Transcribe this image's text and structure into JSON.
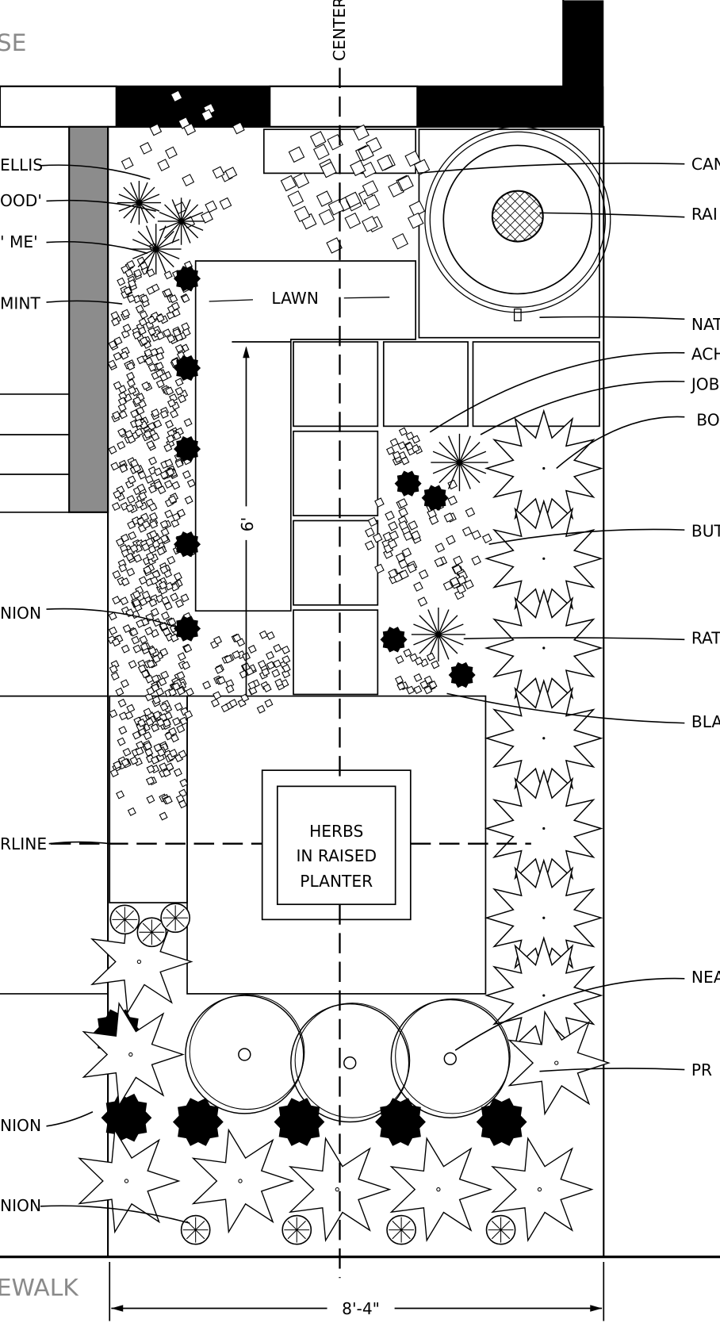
{
  "title": "Landscape Plan",
  "house_label": "SE",
  "sidewalk_label": "EWALK",
  "centerline_label": "CENTER",
  "lawn_label": "LAWN",
  "dim_vertical": "6'",
  "dim_horizontal": "8'-4\"",
  "planter": {
    "line1": "HERBS",
    "line2": "IN RAISED",
    "line3": "PLANTER"
  },
  "left_labels": [
    "ELLIS",
    "OOD'",
    "' ME'",
    "MINT",
    "NION",
    "RLINE",
    "NION",
    "NION"
  ],
  "right_labels": [
    "CAN",
    "RAI",
    "NAT",
    "ACH",
    "JOB",
    "BO",
    "BUT",
    "RAT",
    "BLA",
    "NEA",
    "PR"
  ],
  "colors": {
    "ink": "#000000",
    "gray_strip": "#8c8c8c",
    "gray_text": "#8a8a8a"
  }
}
